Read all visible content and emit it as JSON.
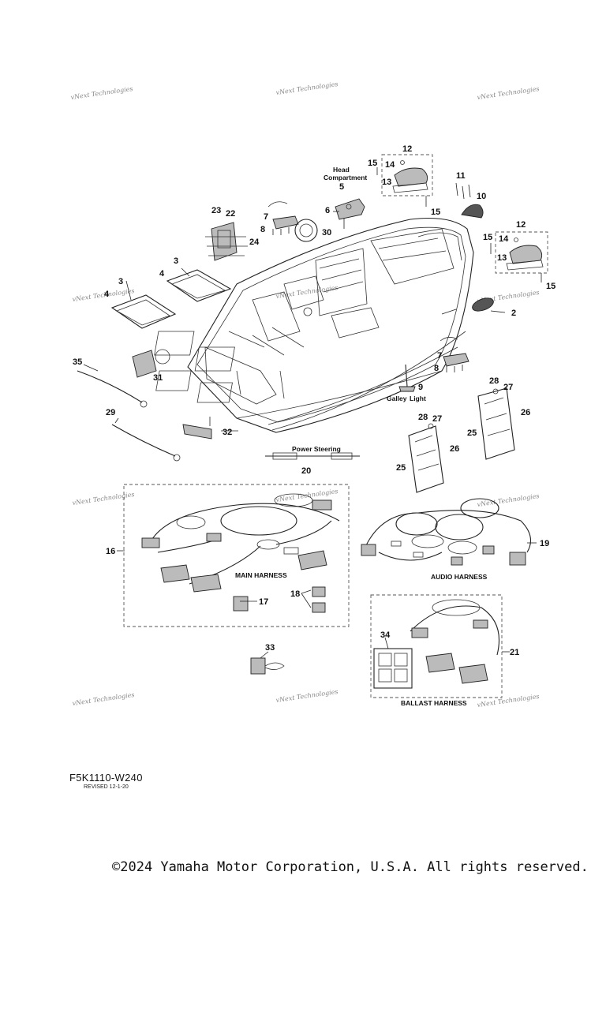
{
  "watermark": "vNext Technologies",
  "diagram": {
    "callouts": [
      "2",
      "3",
      "3",
      "4",
      "4",
      "5",
      "6",
      "7",
      "7",
      "8",
      "8",
      "9",
      "10",
      "11",
      "12",
      "12",
      "13",
      "13",
      "14",
      "14",
      "15",
      "15",
      "15",
      "15",
      "16",
      "17",
      "18",
      "19",
      "20",
      "21",
      "22",
      "23",
      "24",
      "25",
      "25",
      "26",
      "26",
      "27",
      "27",
      "28",
      "28",
      "29",
      "30",
      "31",
      "32",
      "33",
      "34",
      "35"
    ],
    "captions": {
      "head_compartment_1": "Head",
      "head_compartment_2": "Compartment",
      "galley_light_1": "Galley",
      "galley_light_2": "Light",
      "power_steering": "Power Steering",
      "main_harness": "MAIN HARNESS",
      "audio_harness": "AUDIO HARNESS",
      "ballast_harness": "BALLAST HARNESS"
    }
  },
  "footer": {
    "code": "F5K1110-W240",
    "revised": "REVISED 12-1-20",
    "copyright": "©2024 Yamaha Motor Corporation, U.S.A. All rights reserved."
  }
}
